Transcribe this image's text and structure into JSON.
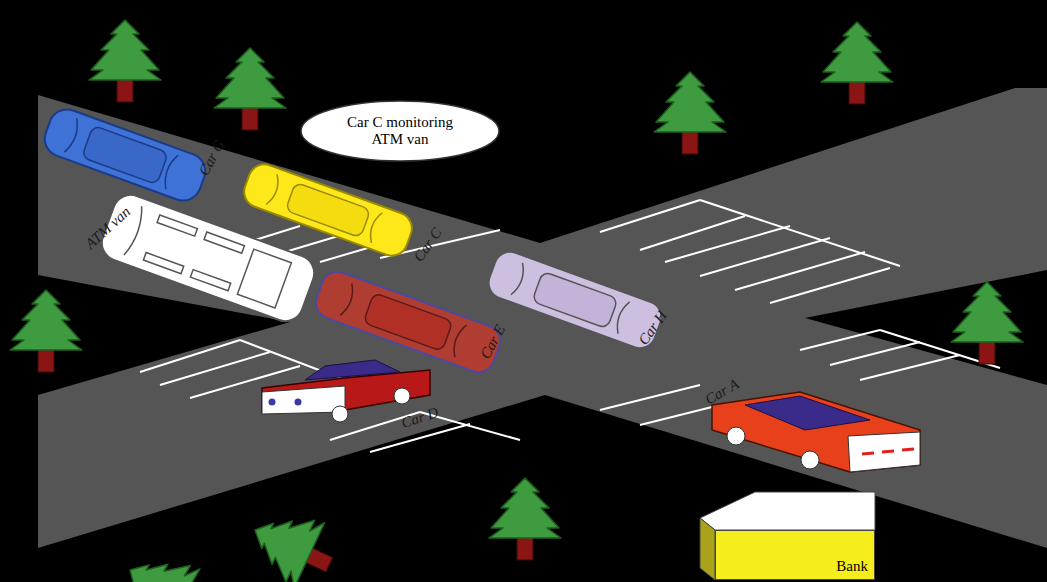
{
  "diagram": {
    "nodes": [
      {
        "text": [
          "Car C monitoring ATM van"
        ]
      },
      {
        "text": [
          "Bank"
        ]
      }
    ],
    "labels": [
      "Car G",
      "ATM van",
      "Car C",
      "Car E",
      "Car H",
      "Car D",
      "Car A"
    ]
  }
}
